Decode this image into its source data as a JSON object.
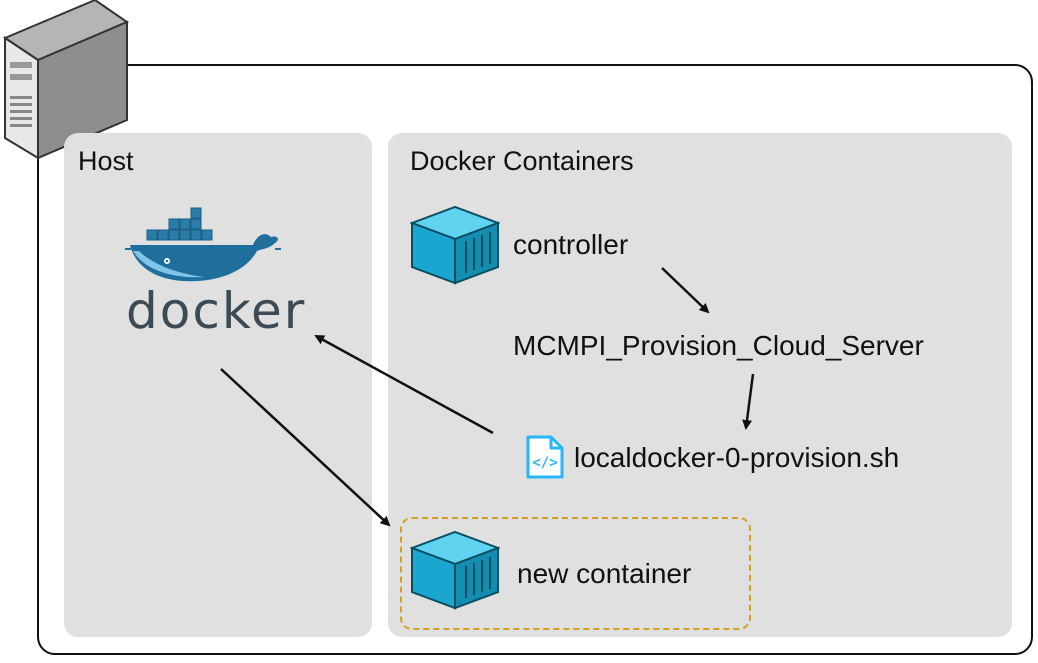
{
  "host": {
    "title": "Host",
    "logo_text": "docker"
  },
  "containers": {
    "title": "Docker Containers",
    "controller": "controller",
    "function": "MCMPI_Provision_Cloud_Server",
    "script": "localdocker-0-provision.sh",
    "new_container": "new container"
  },
  "colors": {
    "panel": "#e0e0e0",
    "container_icon": "#1aa6cf",
    "docker_blue": "#2496ed",
    "dashed_border": "#d4a020",
    "script_icon": "#29b6f6"
  },
  "icons": [
    "server-icon",
    "docker-whale-icon",
    "container-icon",
    "script-file-icon"
  ]
}
